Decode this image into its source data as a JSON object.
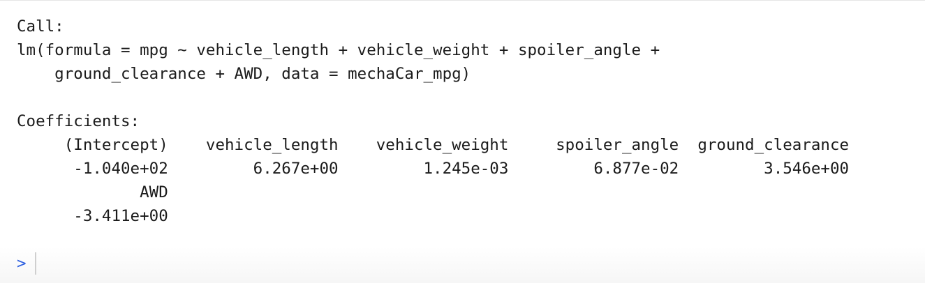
{
  "console": {
    "lines": [
      "Call:",
      "lm(formula = mpg ~ vehicle_length + vehicle_weight + spoiler_angle + ",
      "    ground_clearance + AWD, data = mechaCar_mpg)",
      "",
      "Coefficients:",
      "     (Intercept)    vehicle_length    vehicle_weight     spoiler_angle  ground_clearance  ",
      "      -1.040e+02         6.267e+00         1.245e-03         6.877e-02         3.546e+00  ",
      "             AWD  ",
      "      -3.411e+00  "
    ],
    "prompt_symbol": ">",
    "input_value": ""
  },
  "colors": {
    "text": "#1b1b1b",
    "prompt": "#2d5fe0",
    "background": "#ffffff"
  }
}
